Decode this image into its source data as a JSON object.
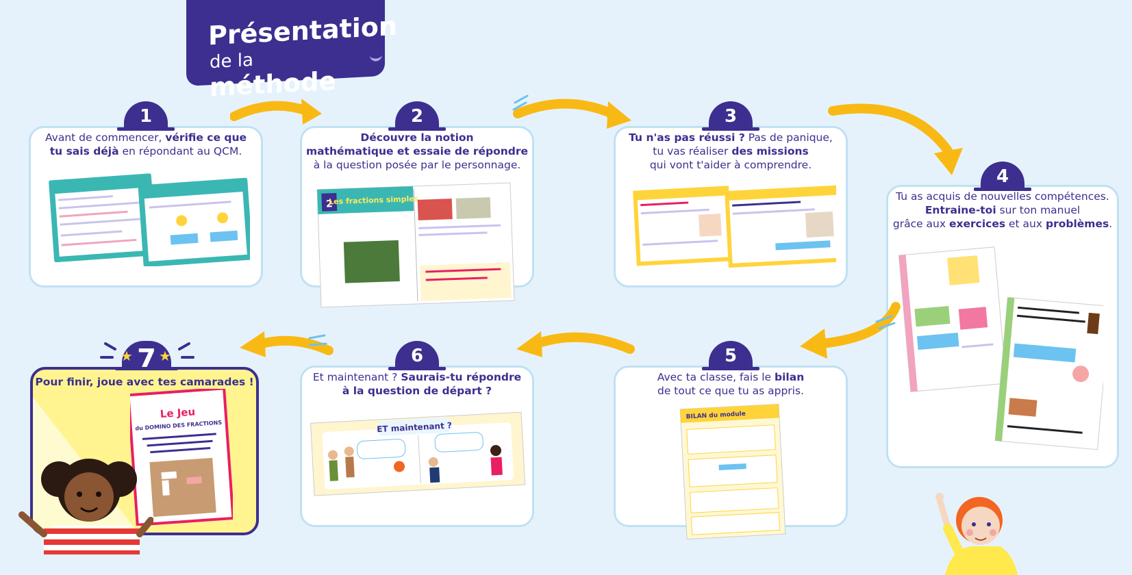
{
  "title": {
    "line1": "Présentation",
    "line2_prefix": "de la",
    "line2_bold": "méthode"
  },
  "steps": [
    {
      "number": "1",
      "text": [
        [
          {
            "t": "Avant de commencer, ",
            "b": false
          },
          {
            "t": "vérifie ce que",
            "b": true
          }
        ],
        [
          {
            "t": "tu sais déjà",
            "b": true
          },
          {
            "t": " en répondant au QCM.",
            "b": false
          }
        ]
      ]
    },
    {
      "number": "2",
      "text": [
        [
          {
            "t": "Découvre la notion",
            "b": true
          }
        ],
        [
          {
            "t": "mathématique et essaie de répondre",
            "b": true
          }
        ],
        [
          {
            "t": "à la question posée par le personnage.",
            "b": false
          }
        ]
      ],
      "preview_module": "2",
      "preview_title": "Les fractions simples"
    },
    {
      "number": "3",
      "text": [
        [
          {
            "t": "Tu n'as pas réussi ?",
            "b": true
          },
          {
            "t": " Pas de panique,",
            "b": false
          }
        ],
        [
          {
            "t": "tu vas réaliser ",
            "b": false
          },
          {
            "t": "des missions",
            "b": true
          }
        ],
        [
          {
            "t": "qui vont t'aider à comprendre.",
            "b": false
          }
        ]
      ]
    },
    {
      "number": "4",
      "text": [
        [
          {
            "t": "Tu as acquis de nouvelles compétences.",
            "b": false
          }
        ],
        [
          {
            "t": "Entraine-toi",
            "b": true
          },
          {
            "t": " sur ton manuel",
            "b": false
          }
        ],
        [
          {
            "t": "grâce aux ",
            "b": false
          },
          {
            "t": "exercices",
            "b": true
          },
          {
            "t": " et aux ",
            "b": false
          },
          {
            "t": "problèmes",
            "b": true
          },
          {
            "t": ".",
            "b": false
          }
        ]
      ]
    },
    {
      "number": "5",
      "text": [
        [
          {
            "t": "Avec ta classe, fais le ",
            "b": false
          },
          {
            "t": "bilan",
            "b": true
          }
        ],
        [
          {
            "t": "de tout ce que tu as appris.",
            "b": false
          }
        ]
      ],
      "preview_title": "BILAN du module"
    },
    {
      "number": "6",
      "text": [
        [
          {
            "t": "Et maintenant ? ",
            "b": false
          },
          {
            "t": "Saurais-tu répondre",
            "b": true
          }
        ],
        [
          {
            "t": "à la question de départ ?",
            "b": true
          }
        ]
      ],
      "preview_title": "ET maintenant ?"
    },
    {
      "number": "7",
      "text": [
        [
          {
            "t": "Pour finir, joue avec tes camarades !",
            "b": true
          }
        ]
      ],
      "preview_title_1": "Le Jeu",
      "preview_title_2": "du DOMINO DES FRACTIONS"
    }
  ],
  "colors": {
    "navy": "#3c2f8f",
    "arrow": "#f9b914",
    "card_border": "#bfe1f3",
    "background": "#e6f2fb",
    "yellow_card": "#fff48f"
  }
}
